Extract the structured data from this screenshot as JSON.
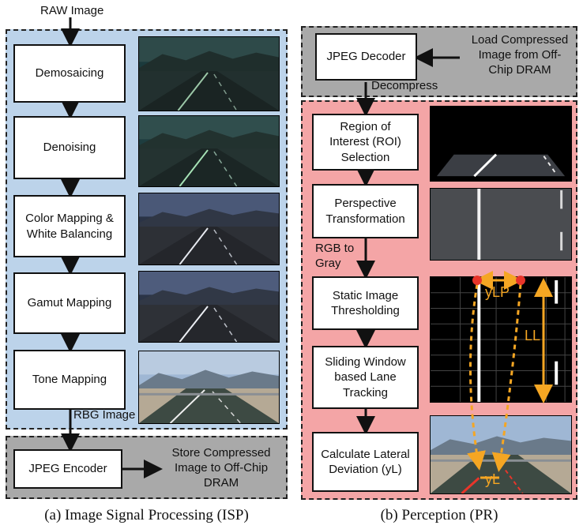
{
  "isp": {
    "input_label": "RAW Image",
    "stages": [
      "Demosaicing",
      "Denoising",
      "Color Mapping &\nWhite Balancing",
      "Gamut Mapping",
      "Tone Mapping"
    ],
    "output_label": "RBG Image",
    "encoder": "JPEG Encoder",
    "store_label": "Store Compressed\nImage to Off-Chip\nDRAM",
    "caption": "(a) Image Signal Processing (ISP)"
  },
  "pr": {
    "decoder": "JPEG Decoder",
    "load_label": "Load Compressed\nImage from Off-\nChip DRAM",
    "decompress_label": "Decompress",
    "stages": [
      "Region of\nInterest (ROI)\nSelection",
      "Perspective\nTransformation",
      "Static Image\nThresholding",
      "Sliding Window\nbased Lane\nTracking",
      "Calculate Lateral\nDeviation (yL)"
    ],
    "rgb_gray_label": "RGB to\nGray",
    "annotations": {
      "ylp": "yLP",
      "ll": "LL",
      "yl": "yL"
    },
    "caption": "(b) Perception (PR)"
  },
  "colors": {
    "isp_bg": "#bcd3ea",
    "pr_bg": "#f4a5a6",
    "gray_bg": "#a9a9a9",
    "marker": "#f5a623",
    "dot": "#e8352a"
  }
}
